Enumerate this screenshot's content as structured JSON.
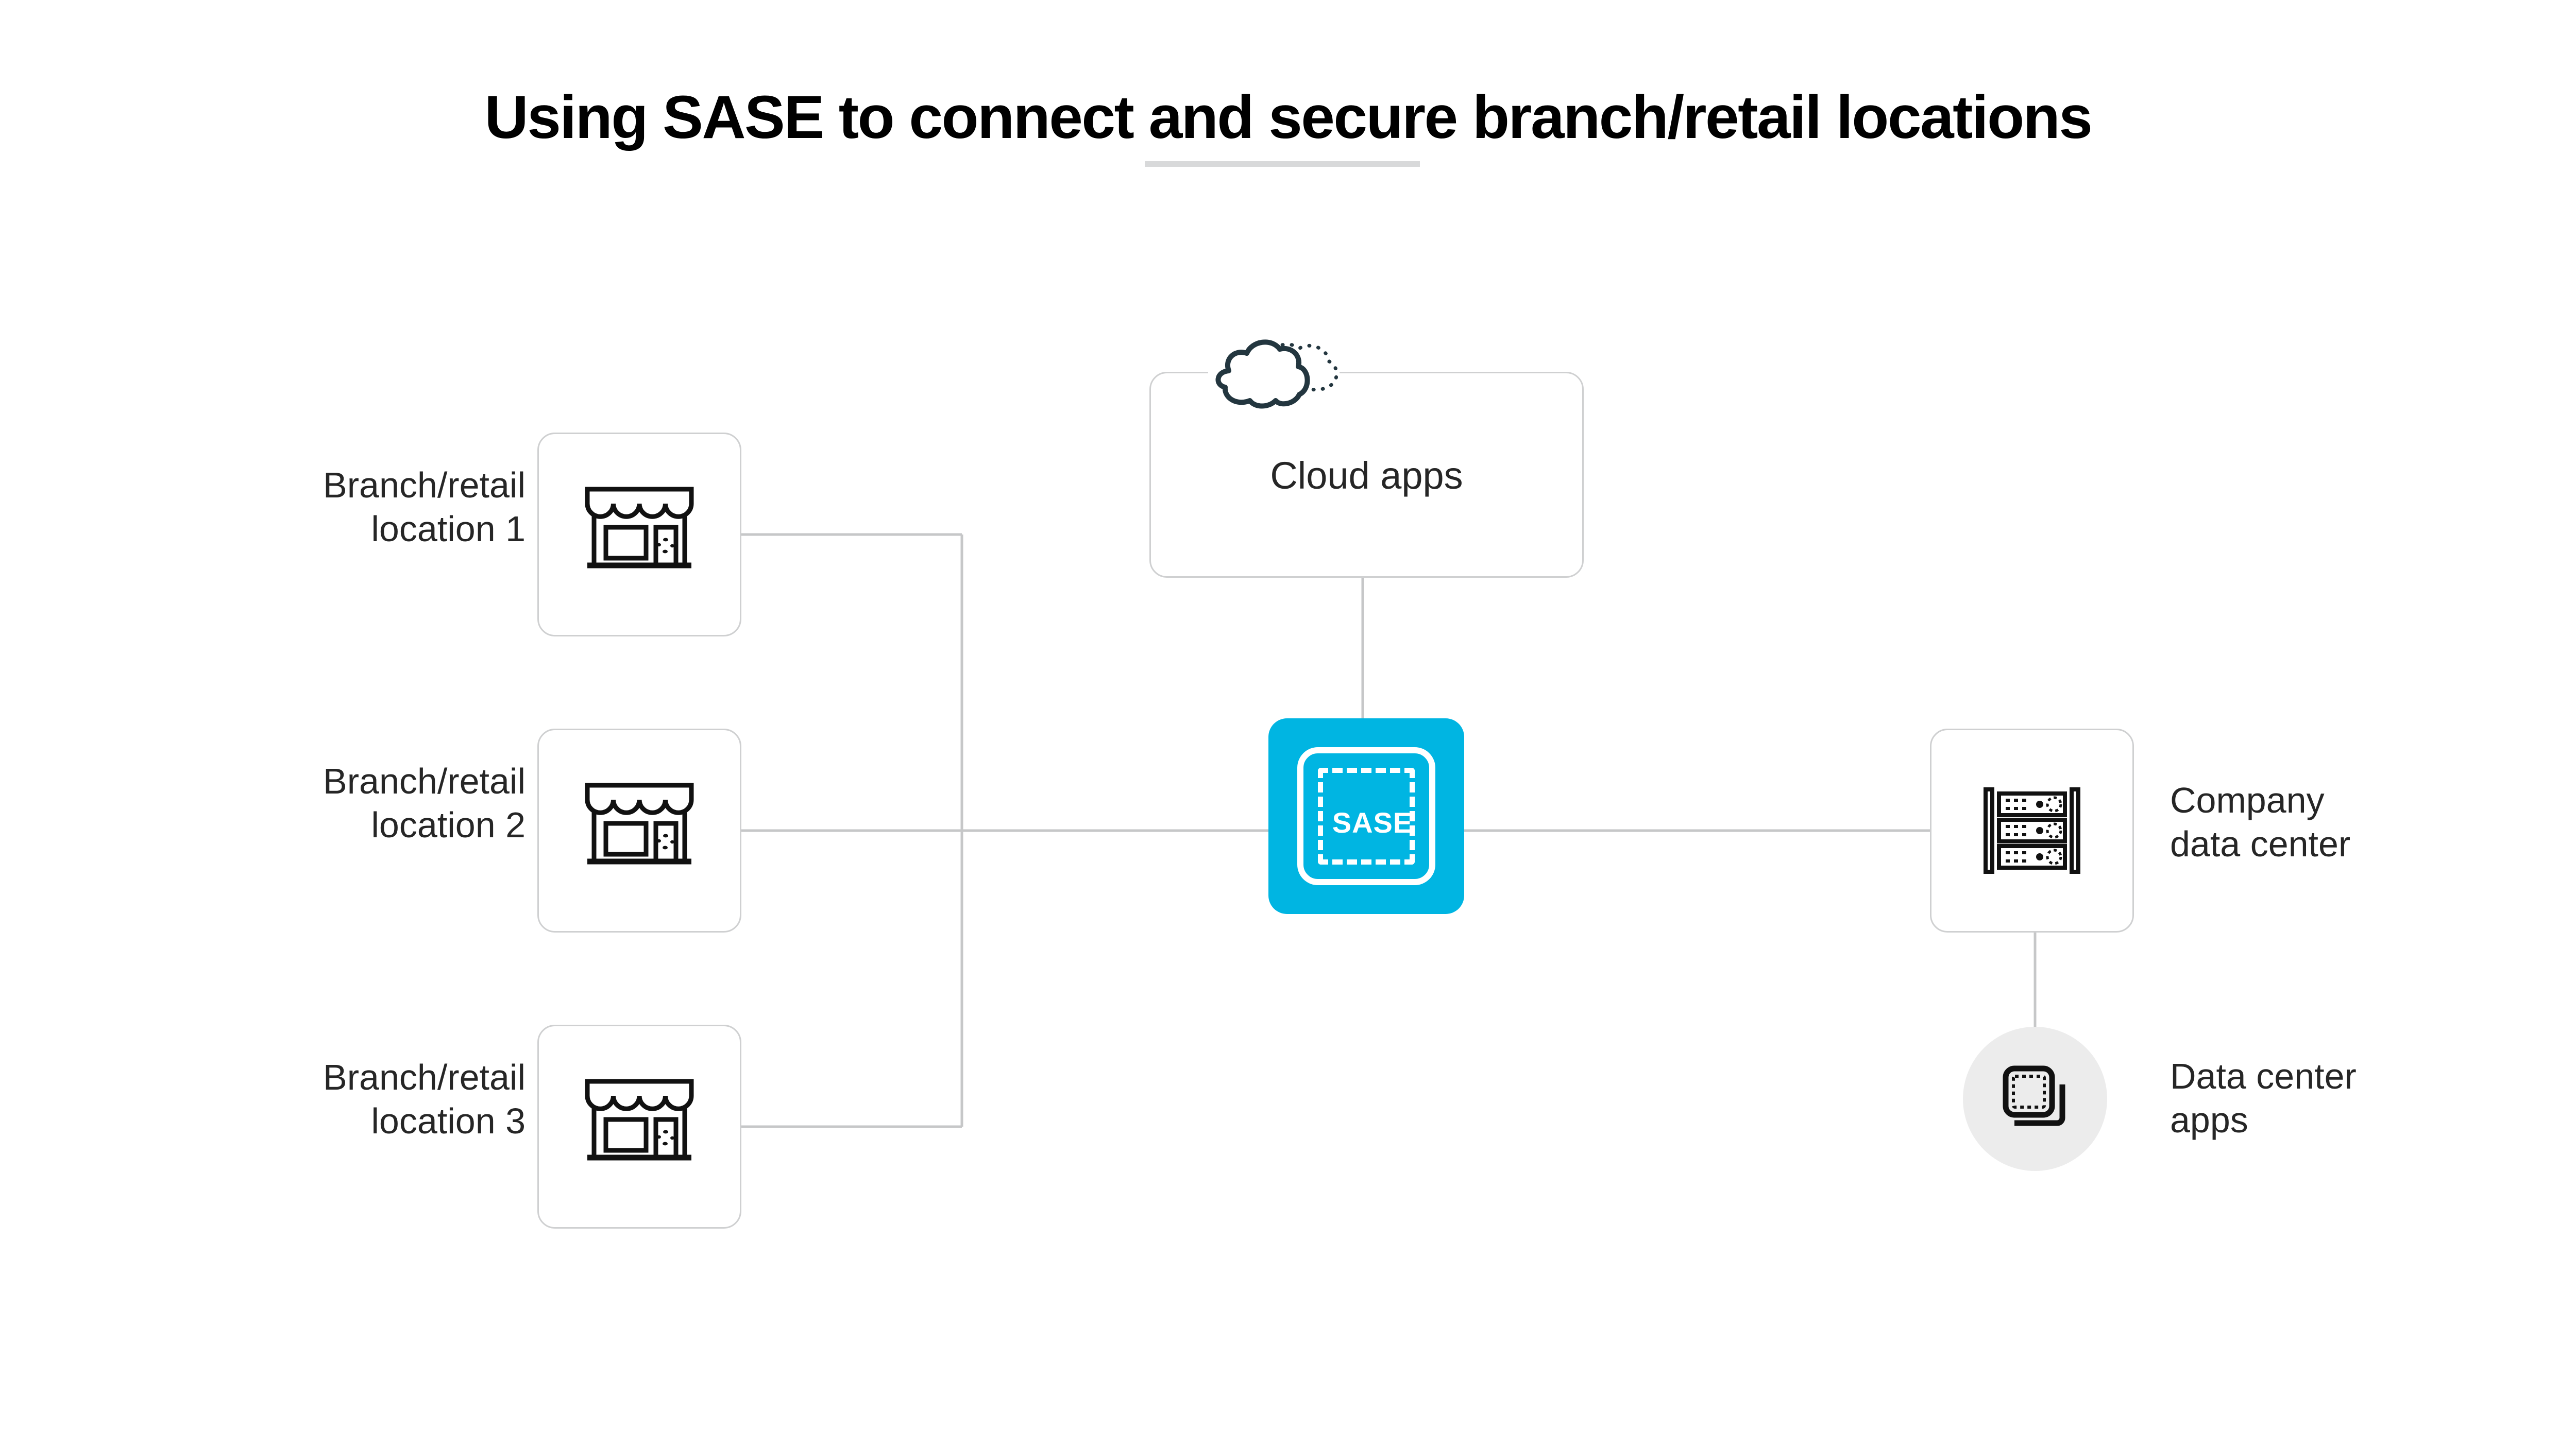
{
  "page": {
    "title": "Using SASE to connect and secure branch/retail locations",
    "background": "#ffffff",
    "divider_color": "#d8d9da"
  },
  "colors": {
    "accent": "#00b5e2",
    "node_border": "#cfd0d1",
    "wire": "#c6c7c8",
    "icon_stroke": "#111111",
    "cloud_icon": "#23363f",
    "circle_fill": "#ececec",
    "text": "#262626",
    "title_text": "#000000"
  },
  "diagram": {
    "type": "network-topology",
    "hub": {
      "id": "sase",
      "label": "SASE",
      "icon": "sase-shield-icon",
      "fill": "#00b5e2",
      "text_color": "#ffffff"
    },
    "nodes": [
      {
        "id": "branch-1",
        "label": "Branch/retail\nlocation 1",
        "icon": "storefront-icon",
        "label_position": "left",
        "shape": "rounded-square"
      },
      {
        "id": "branch-2",
        "label": "Branch/retail\nlocation 2",
        "icon": "storefront-icon",
        "label_position": "left",
        "shape": "rounded-square"
      },
      {
        "id": "branch-3",
        "label": "Branch/retail\nlocation 3",
        "icon": "storefront-icon",
        "label_position": "left",
        "shape": "rounded-square"
      },
      {
        "id": "cloud-apps",
        "label": "Cloud apps",
        "icon": "cloud-icon",
        "label_position": "inside",
        "shape": "rounded-rect"
      },
      {
        "id": "company-data-center",
        "label": "Company\ndata center",
        "icon": "server-rack-icon",
        "label_position": "right",
        "shape": "rounded-square"
      },
      {
        "id": "data-center-apps",
        "label": "Data center\napps",
        "icon": "app-stack-icon",
        "label_position": "right",
        "shape": "circle"
      }
    ],
    "connections": [
      {
        "from": "branch-1",
        "to": "sase",
        "style": "orthogonal"
      },
      {
        "from": "branch-2",
        "to": "sase",
        "style": "orthogonal"
      },
      {
        "from": "branch-3",
        "to": "sase",
        "style": "orthogonal"
      },
      {
        "from": "cloud-apps",
        "to": "sase",
        "style": "vertical"
      },
      {
        "from": "sase",
        "to": "company-data-center",
        "style": "horizontal"
      },
      {
        "from": "company-data-center",
        "to": "data-center-apps",
        "style": "vertical"
      }
    ]
  }
}
